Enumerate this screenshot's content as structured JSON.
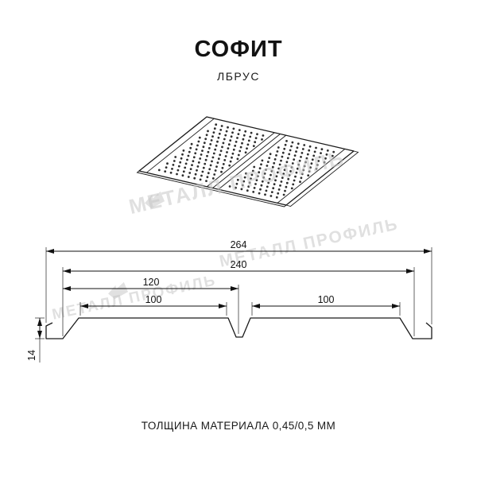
{
  "page": {
    "title": "СОФИТ",
    "subtitle": "ЛБРУС",
    "caption": "ТОЛЩИНА МАТЕРИАЛА 0,45/0,5 ММ",
    "watermark_text": "МЕТАЛЛ ПРОФИЛЬ"
  },
  "diagram": {
    "type": "technical-drawing",
    "line_color": "#1a1a1a",
    "watermark_color": "#c8c8c8",
    "dimensions": {
      "total_width": "264",
      "useful_width": "240",
      "center_offset": "120",
      "pan_width_left": "100",
      "pan_width_right": "100",
      "height": "14"
    }
  }
}
